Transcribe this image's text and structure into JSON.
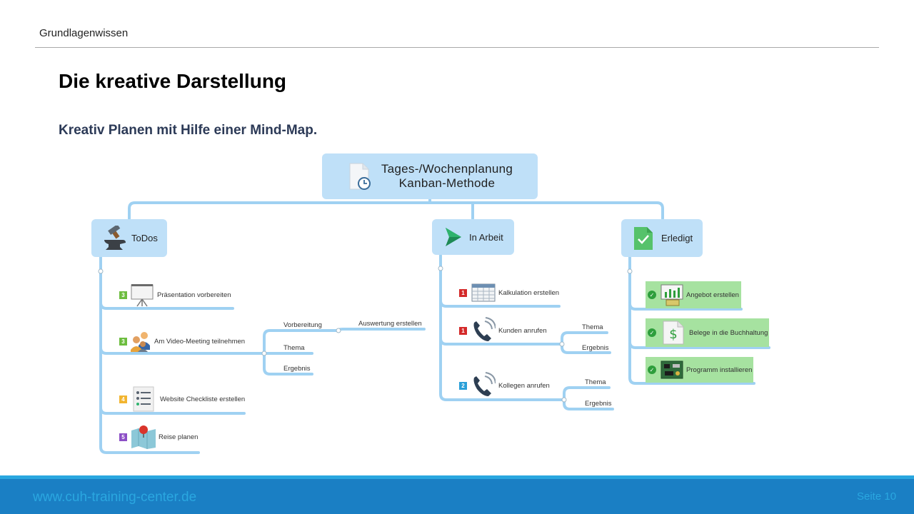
{
  "header": {
    "section": "Grundlagenwissen"
  },
  "slide": {
    "title": "Die kreative Darstellung",
    "subtitle": "Kreativ Planen mit Hilfe einer Mind-Map."
  },
  "mindmap": {
    "root": {
      "line1": "Tages-/Wochenplanung",
      "line2": "Kanban-Methode"
    },
    "todos": {
      "label": "ToDos",
      "items": [
        {
          "badge": "3",
          "label": "Präsentation vorbereiten"
        },
        {
          "badge": "3",
          "label": "Am Video-Meeting teilnehmen",
          "children": [
            "Vorbereitung",
            "Thema",
            "Ergebnis"
          ],
          "grandchild": "Auswertung erstellen"
        },
        {
          "badge": "4",
          "label": "Website Checkliste erstellen"
        },
        {
          "badge": "5",
          "label": "Reise planen"
        }
      ]
    },
    "inarbeit": {
      "label": "In Arbeit",
      "items": [
        {
          "badge": "1",
          "label": "Kalkulation erstellen"
        },
        {
          "badge": "1",
          "label": "Kunden anrufen",
          "children": [
            "Thema",
            "Ergebnis"
          ]
        },
        {
          "badge": "2",
          "label": "Kollegen anrufen",
          "children": [
            "Thema",
            "Ergebnis"
          ]
        }
      ]
    },
    "erledigt": {
      "label": "Erledigt",
      "items": [
        {
          "label": "Angebot erstellen"
        },
        {
          "label": "Belege in die Buchhaltung"
        },
        {
          "label": "Programm installieren"
        }
      ]
    }
  },
  "colors": {
    "node_fill": "#bfe0f8",
    "connector": "#9fd1f2",
    "badge_green": "#6dbd3f",
    "badge_yellow": "#f2b531",
    "badge_purple": "#8c4fc6",
    "badge_red": "#d42a2a",
    "badge_blue": "#2a9fd8",
    "done_fill": "#a6e2a0",
    "footer": "#1a7fc4"
  },
  "footer": {
    "url": "www.cuh-training-center.de",
    "page": "Seite 10"
  }
}
